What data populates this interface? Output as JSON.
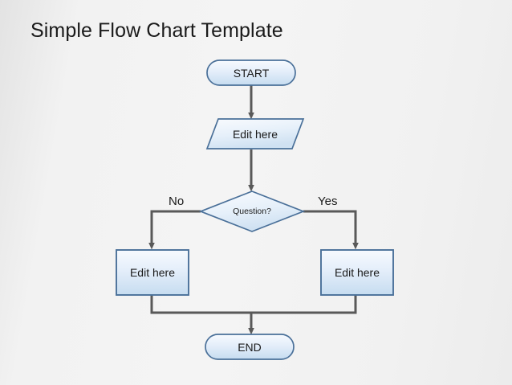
{
  "slide": {
    "title": "Simple Flow Chart Template",
    "background_color": "#f2f2f2"
  },
  "theme": {
    "shape_border_color": "#4a7099",
    "shape_fill_top": "#f4f8fd",
    "shape_fill_bottom": "#c8ddf1",
    "connector_color": "#595959",
    "text_color": "#1a1a1a"
  },
  "flowchart": {
    "nodes": [
      {
        "id": "start",
        "type": "terminator",
        "label": "START"
      },
      {
        "id": "process",
        "type": "parallelogram",
        "label": "Edit here"
      },
      {
        "id": "decision",
        "type": "diamond",
        "label": "Question?"
      },
      {
        "id": "left",
        "type": "rectangle",
        "label": "Edit here"
      },
      {
        "id": "right",
        "type": "rectangle",
        "label": "Edit here"
      },
      {
        "id": "end",
        "type": "terminator",
        "label": "END"
      }
    ],
    "edges": [
      {
        "from": "start",
        "to": "process",
        "label": ""
      },
      {
        "from": "process",
        "to": "decision",
        "label": ""
      },
      {
        "from": "decision",
        "to": "left",
        "label": "No"
      },
      {
        "from": "decision",
        "to": "right",
        "label": "Yes"
      },
      {
        "from": "left",
        "to": "end",
        "label": ""
      },
      {
        "from": "right",
        "to": "end",
        "label": ""
      }
    ],
    "branch_labels": {
      "no": "No",
      "yes": "Yes"
    }
  },
  "chart_data": {
    "type": "diagram",
    "title": "Simple Flow Chart Template",
    "nodes": [
      "START",
      "Edit here",
      "Question?",
      "Edit here",
      "Edit here",
      "END"
    ],
    "edge_labels": [
      "No",
      "Yes"
    ]
  }
}
